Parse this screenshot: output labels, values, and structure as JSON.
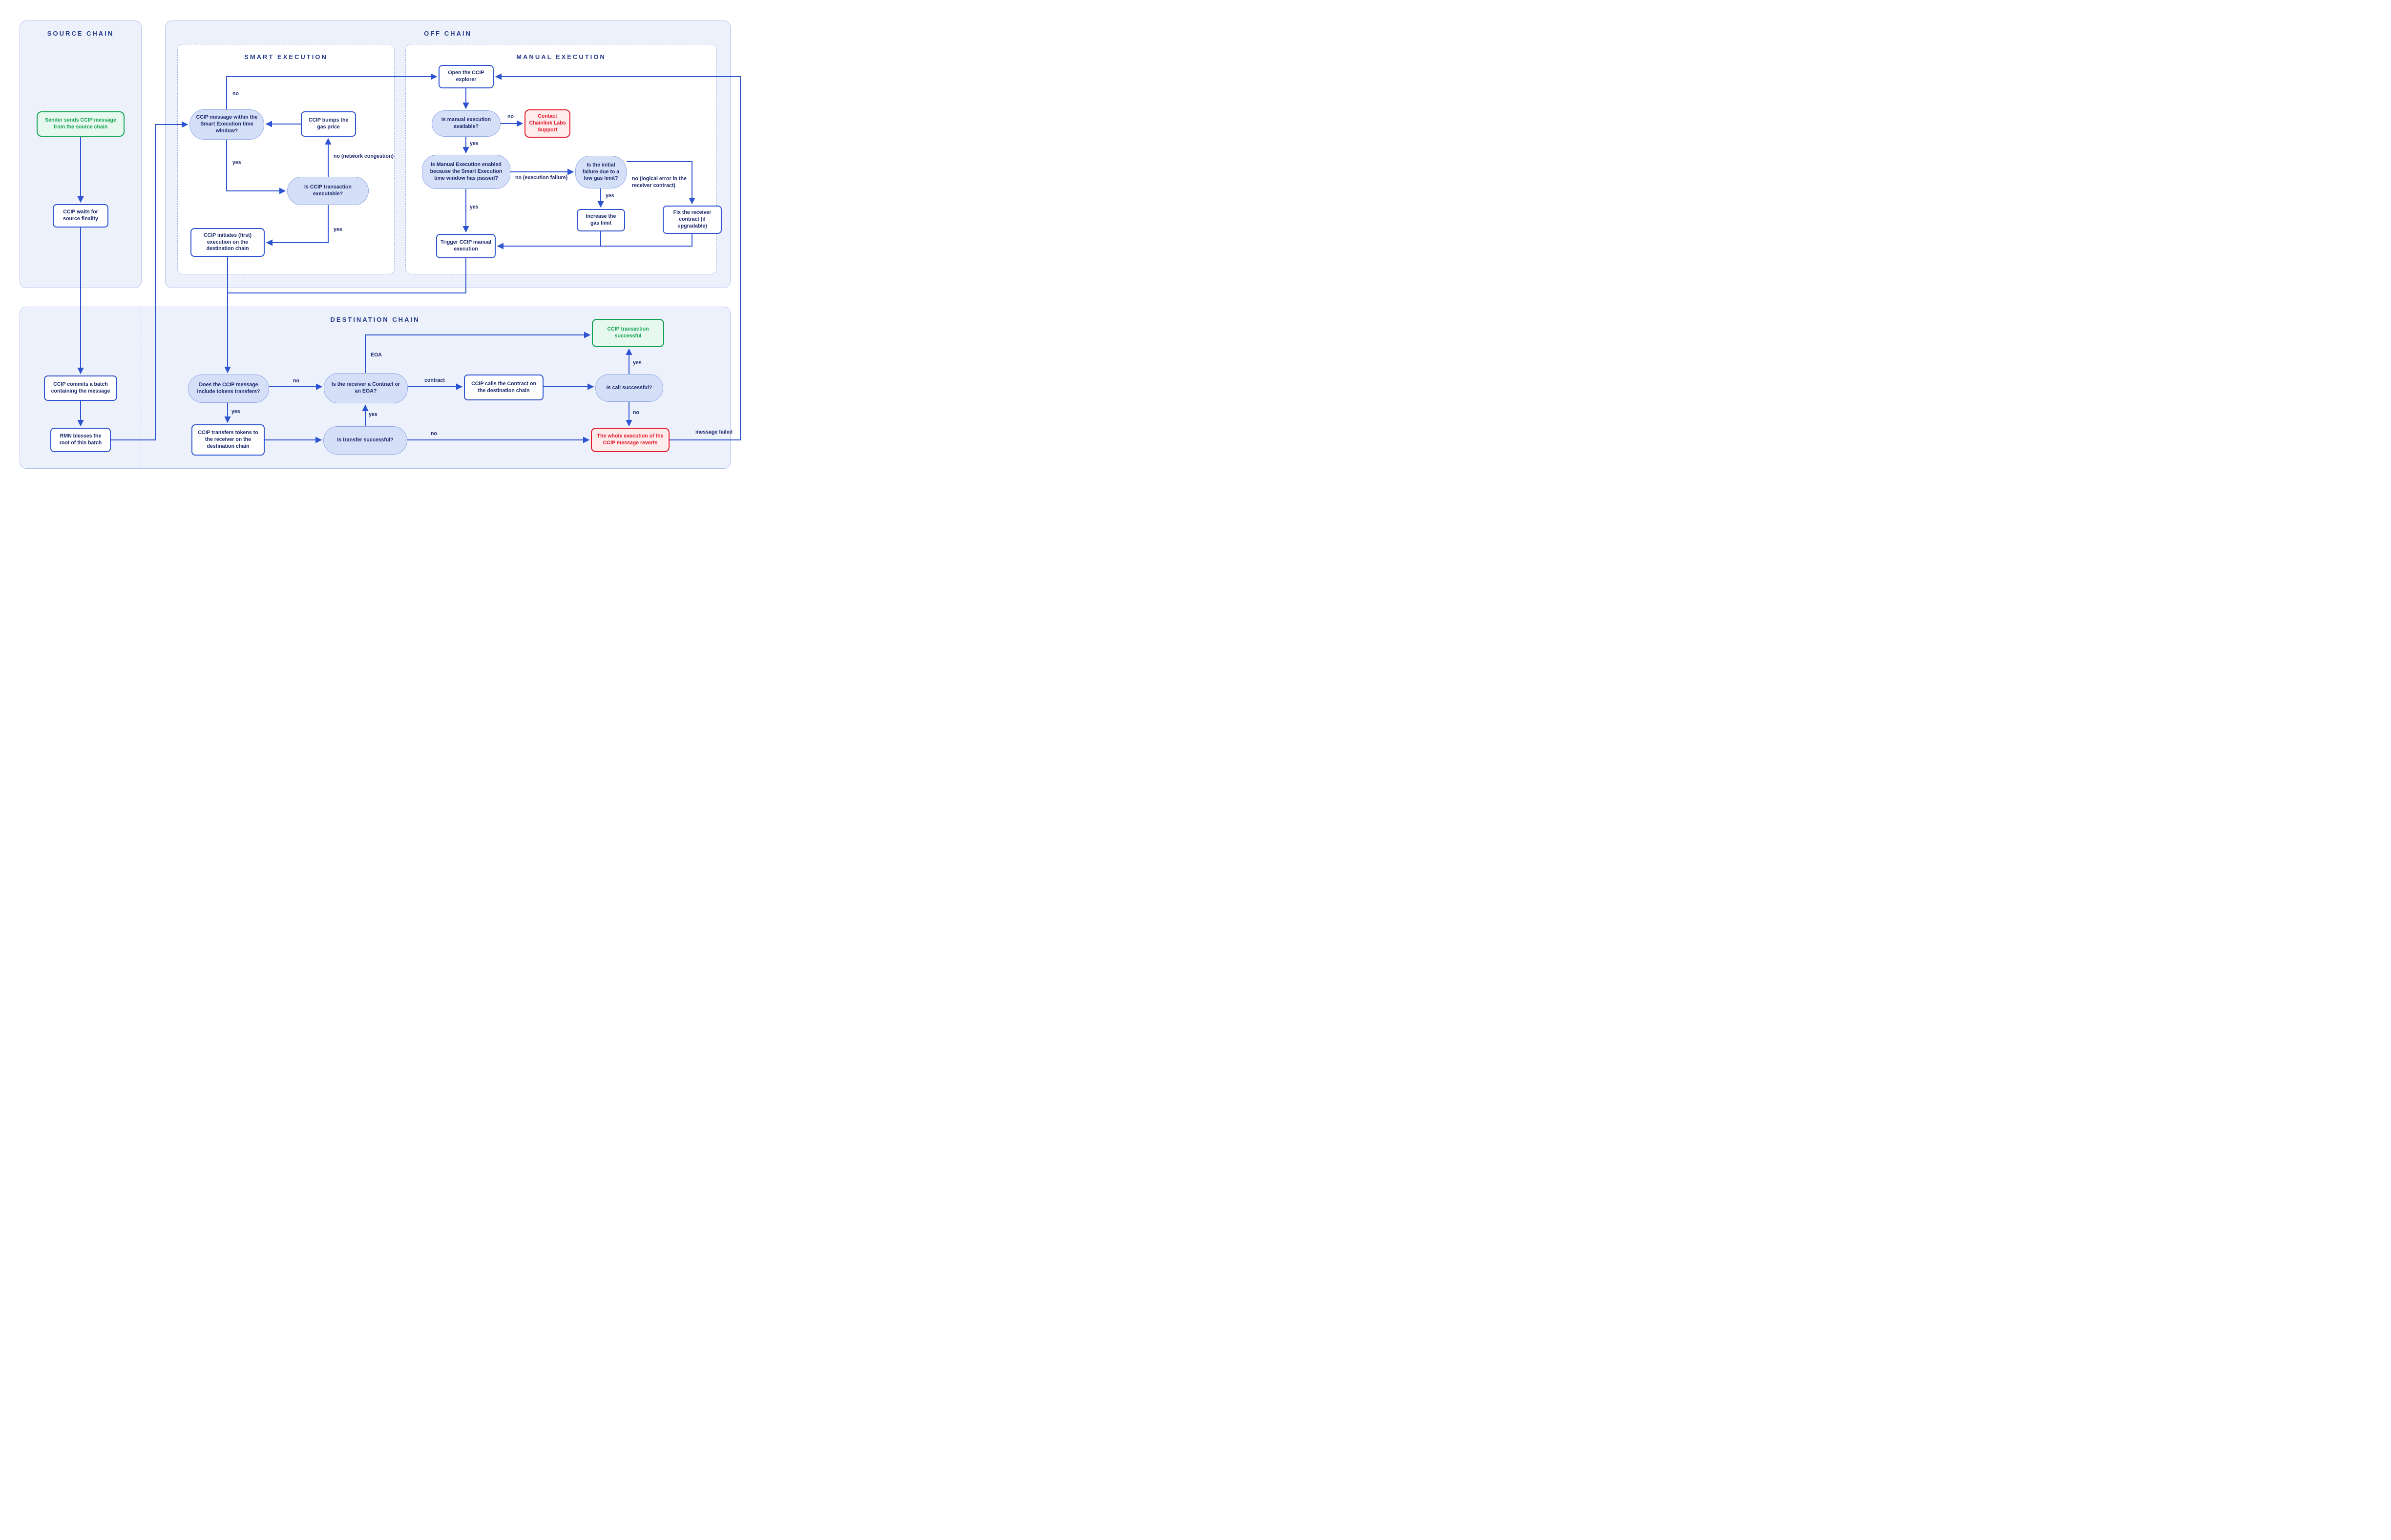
{
  "colors": {
    "blue": "#2d53d1",
    "navy": "#1b2a6b",
    "title": "#223a8a",
    "stadium_fill": "#d6dff8",
    "stadium_border": "#8fa8ea",
    "panel_fill": "#edf1fb",
    "panel_border": "#b3c2ee",
    "dashed": "#97aee6",
    "green": "#12a150",
    "green_fill": "#e7f9ef",
    "red": "#e5182b",
    "red_fill": "#fdecec",
    "white": "#ffffff"
  },
  "panels": {
    "source": {
      "title": "SOURCE CHAIN"
    },
    "off_chain": {
      "title": "OFF CHAIN"
    },
    "smart_execution": {
      "title": "SMART EXECUTION"
    },
    "manual_execution": {
      "title": "MANUAL EXECUTION"
    },
    "destination": {
      "title": "DESTINATION CHAIN"
    }
  },
  "nodes": {
    "sender_sends": {
      "label": "Sender sends CCIP message from the source chain",
      "type": "start"
    },
    "waits_finality": {
      "label": "CCIP waits for source finality",
      "type": "process"
    },
    "commits_batch": {
      "label": "CCIP commits a batch containing the message",
      "type": "process"
    },
    "rmn_blesses": {
      "label": "RMN blesses the root of this batch",
      "type": "process"
    },
    "msg_window": {
      "label": "CCIP message within the Smart Execution time window?",
      "type": "decision"
    },
    "bumps_gas": {
      "label": "CCIP bumps the gas price",
      "type": "process"
    },
    "tx_executable": {
      "label": "Is CCIP transaction executable?",
      "type": "decision"
    },
    "initiates_execution": {
      "label": "CCIP initiates (first) execution on the destination chain",
      "type": "process"
    },
    "open_explorer": {
      "label": "Open the CCIP explorer",
      "type": "process"
    },
    "manual_available": {
      "label": "Is manual execution available?",
      "type": "decision"
    },
    "contact_support": {
      "label": "Contact Chainlink Labs Support",
      "type": "error"
    },
    "manual_enabled": {
      "label": "Is Manual Execution enabled because the Smart Execution time window has passed?",
      "type": "decision"
    },
    "initial_failure": {
      "label": "Is the initial failure due to a low gas limit?",
      "type": "decision"
    },
    "increase_gas": {
      "label": "Increase the gas limit",
      "type": "process"
    },
    "fix_receiver": {
      "label": "Fix the receiver contract (if upgradable)",
      "type": "process"
    },
    "trigger_manual": {
      "label": "Trigger CCIP manual execution",
      "type": "process"
    },
    "includes_tokens": {
      "label": "Does the CCIP message include tokens transfers?",
      "type": "decision"
    },
    "transfers_tokens": {
      "label": "CCIP transfers tokens to the receiver on the destination chain",
      "type": "process"
    },
    "transfer_successful": {
      "label": "Is transfer successful?",
      "type": "decision"
    },
    "receiver_type": {
      "label": "Is the receiver a Contract or an EOA?",
      "type": "decision"
    },
    "calls_contract": {
      "label": "CCIP calls the Contract on the destination chain",
      "type": "process"
    },
    "call_successful": {
      "label": "Is call successful?",
      "type": "decision"
    },
    "tx_successful": {
      "label": "CCIP transaction successful",
      "type": "success"
    },
    "execution_reverts": {
      "label": "The whole execution of the CCIP message reverts",
      "type": "error"
    }
  },
  "edge_labels": {
    "smart_no": "no",
    "smart_yes": "yes",
    "network_congestion": "no (network congestion)",
    "executable_yes": "yes",
    "manual_no": "no",
    "manual_yes": "yes",
    "execution_failure": "no (execution failure)",
    "enabled_yes": "yes",
    "logical_error": "no (logical error in the receiver contract)",
    "gas_yes": "yes",
    "tokens_no": "no",
    "tokens_yes": "yes",
    "eoa": "EOA",
    "contract": "contract",
    "call_yes": "yes",
    "call_no": "no",
    "transfer_yes": "yes",
    "transfer_no": "no",
    "message_failed": "message failed"
  }
}
